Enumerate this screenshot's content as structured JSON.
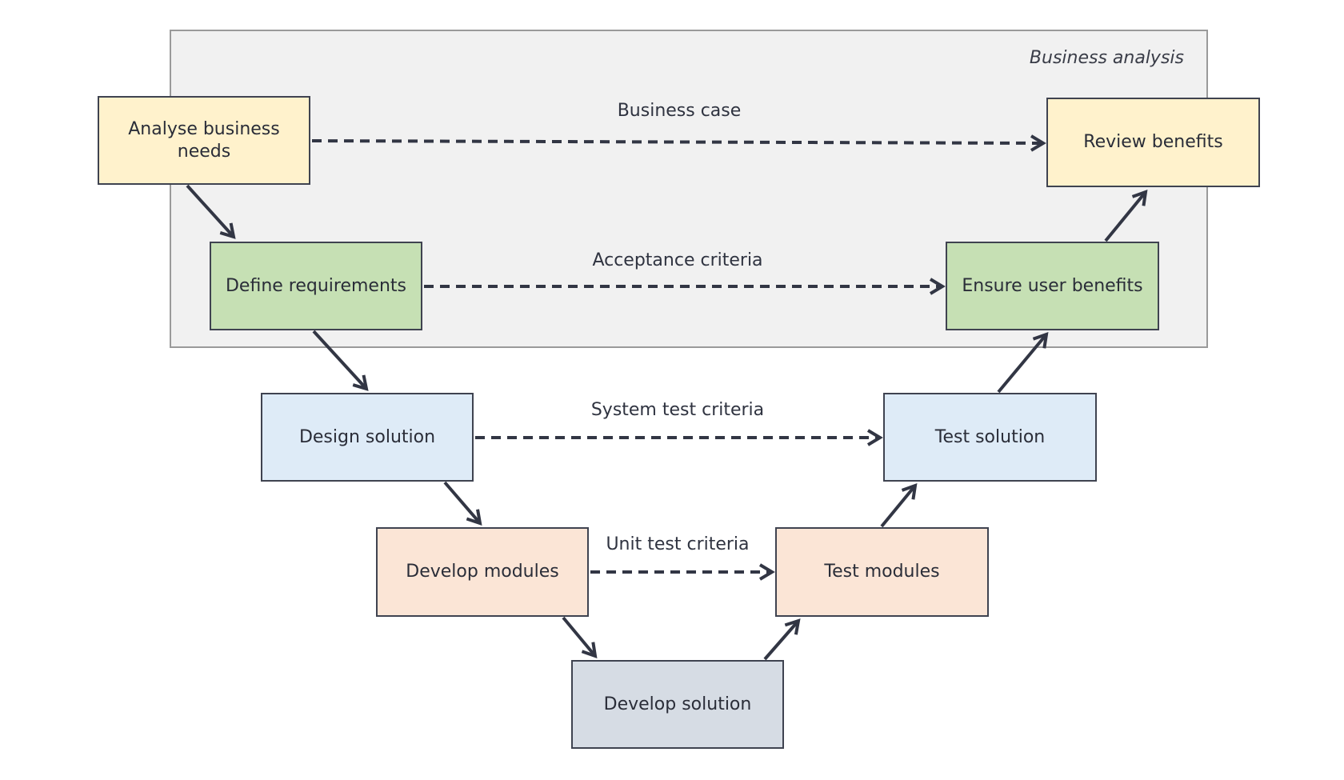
{
  "region": {
    "label": "Business analysis"
  },
  "boxes": {
    "analyse": "Analyse business needs",
    "define": "Define requirements",
    "design": "Design solution",
    "develop_modules": "Develop modules",
    "develop_solution": "Develop solution",
    "test_modules": "Test modules",
    "test_solution": "Test solution",
    "ensure": "Ensure user benefits",
    "review": "Review benefits"
  },
  "criteria": {
    "business_case": "Business case",
    "acceptance": "Acceptance criteria",
    "system_test": "System test criteria",
    "unit_test": "Unit test criteria"
  },
  "colors": {
    "yellow": "#fff2cc",
    "green": "#c6e0b4",
    "blue": "#deebf7",
    "peach": "#fbe5d6",
    "grey": "#d6dce4",
    "arrow": "#323644"
  }
}
